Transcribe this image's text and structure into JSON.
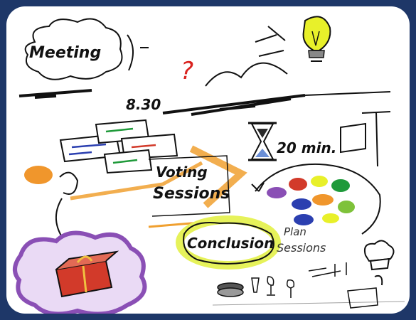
{
  "labels": {
    "meeting": "Meeting",
    "time": "8.30",
    "question": "?",
    "voting_line1": "Voting",
    "voting_line2": "Sessions",
    "duration": "20 min.",
    "conclusion": "Conclusion",
    "plan_line1": "Plan",
    "plan_line2": "Sessions"
  },
  "colors": {
    "frame": "#1e3768",
    "arrow": "#f0a030",
    "question": "#d9231f",
    "bulb": "#e8f02a",
    "gift_box": "#d23a2a",
    "cloud_purple": "#8a4fb5",
    "head_orange": "#f0962c",
    "highlight_yellow": "#e6f25a"
  },
  "icons": [
    "light-bulb-icon",
    "hourglass-icon",
    "gift-icon",
    "speech-bubbles-icon",
    "chef-hat-icon"
  ]
}
